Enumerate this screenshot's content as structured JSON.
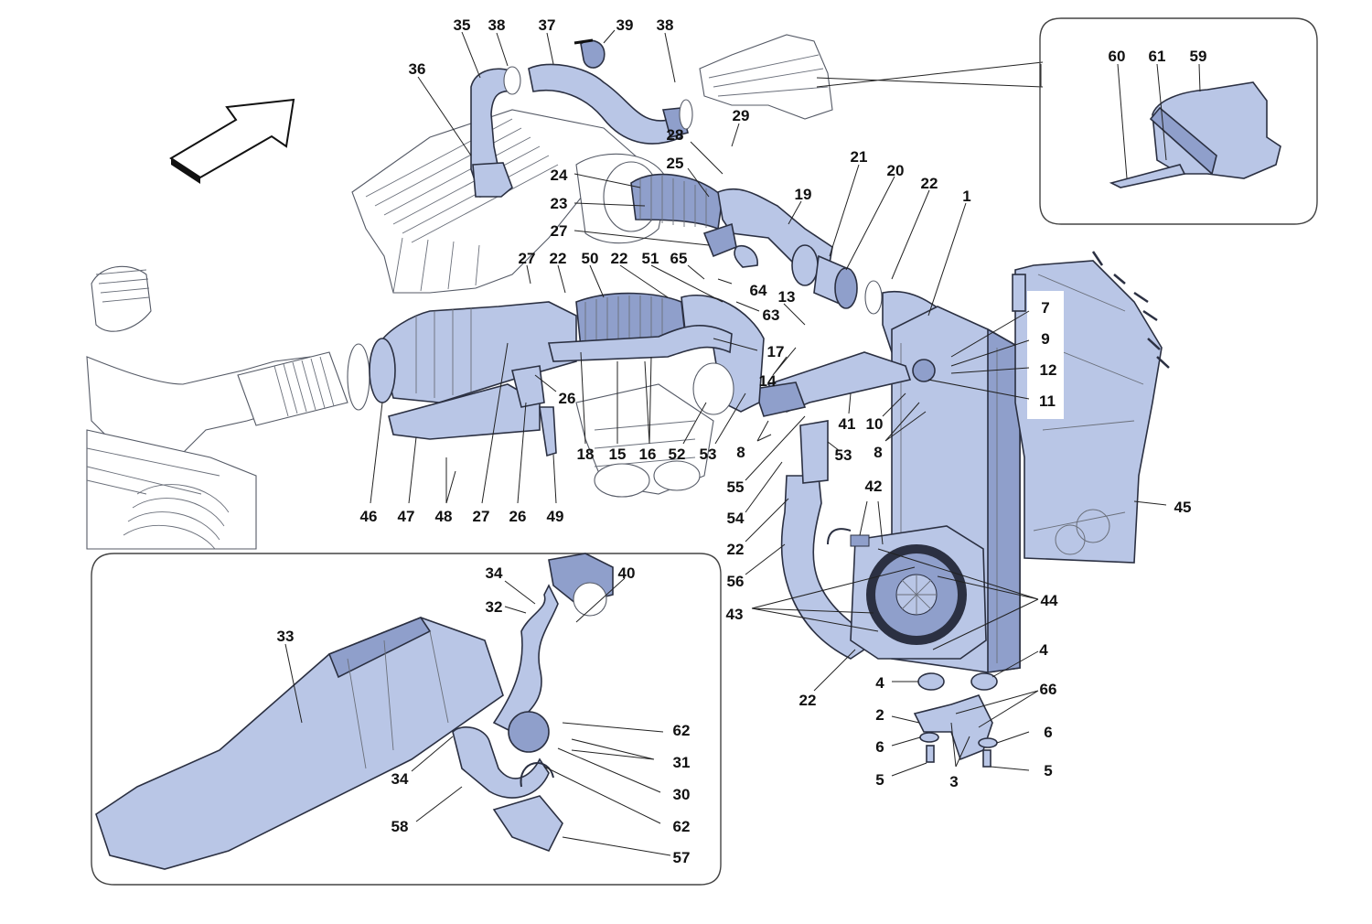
{
  "diagram": {
    "title": "Intercooler / Intake Air Ducting Exploded Parts Diagram",
    "colors": {
      "part_fill": "#b9c6e6",
      "part_shadow": "#8f9fcb",
      "outline": "#2b3042",
      "label": "#111111",
      "background": "#ffffff"
    },
    "direction_arrow": "direction-of-travel-arrow",
    "callouts": [
      {
        "id": "c35",
        "text": "35"
      },
      {
        "id": "c38a",
        "text": "38"
      },
      {
        "id": "c37",
        "text": "37"
      },
      {
        "id": "c39",
        "text": "39"
      },
      {
        "id": "c38b",
        "text": "38"
      },
      {
        "id": "c36",
        "text": "36"
      },
      {
        "id": "c29",
        "text": "29"
      },
      {
        "id": "c28",
        "text": "28"
      },
      {
        "id": "c25",
        "text": "25"
      },
      {
        "id": "c24",
        "text": "24"
      },
      {
        "id": "c23",
        "text": "23"
      },
      {
        "id": "c27a",
        "text": "27"
      },
      {
        "id": "c19",
        "text": "19"
      },
      {
        "id": "c21",
        "text": "21"
      },
      {
        "id": "c20",
        "text": "20"
      },
      {
        "id": "c22a",
        "text": "22"
      },
      {
        "id": "c1",
        "text": "1"
      },
      {
        "id": "c27b",
        "text": "27"
      },
      {
        "id": "c22b",
        "text": "22"
      },
      {
        "id": "c50",
        "text": "50"
      },
      {
        "id": "c22c",
        "text": "22"
      },
      {
        "id": "c51",
        "text": "51"
      },
      {
        "id": "c65",
        "text": "65"
      },
      {
        "id": "c64",
        "text": "64"
      },
      {
        "id": "c13",
        "text": "13"
      },
      {
        "id": "c63",
        "text": "63"
      },
      {
        "id": "c17",
        "text": "17"
      },
      {
        "id": "c14",
        "text": "14"
      },
      {
        "id": "c7",
        "text": "7"
      },
      {
        "id": "c9",
        "text": "9"
      },
      {
        "id": "c12",
        "text": "12"
      },
      {
        "id": "c11",
        "text": "11"
      },
      {
        "id": "c26a",
        "text": "26"
      },
      {
        "id": "c41",
        "text": "41"
      },
      {
        "id": "c10",
        "text": "10"
      },
      {
        "id": "c8a",
        "text": "8"
      },
      {
        "id": "c8b",
        "text": "8"
      },
      {
        "id": "c53a",
        "text": "53"
      },
      {
        "id": "c18",
        "text": "18"
      },
      {
        "id": "c15",
        "text": "15"
      },
      {
        "id": "c16",
        "text": "16"
      },
      {
        "id": "c52",
        "text": "52"
      },
      {
        "id": "c53b",
        "text": "53"
      },
      {
        "id": "c55",
        "text": "55"
      },
      {
        "id": "c46",
        "text": "46"
      },
      {
        "id": "c47",
        "text": "47"
      },
      {
        "id": "c48",
        "text": "48"
      },
      {
        "id": "c27c",
        "text": "27"
      },
      {
        "id": "c26b",
        "text": "26"
      },
      {
        "id": "c49",
        "text": "49"
      },
      {
        "id": "c54",
        "text": "54"
      },
      {
        "id": "c42",
        "text": "42"
      },
      {
        "id": "c45",
        "text": "45"
      },
      {
        "id": "c22d",
        "text": "22"
      },
      {
        "id": "c56",
        "text": "56"
      },
      {
        "id": "c43",
        "text": "43"
      },
      {
        "id": "c44",
        "text": "44"
      },
      {
        "id": "c22e",
        "text": "22"
      },
      {
        "id": "c4a",
        "text": "4"
      },
      {
        "id": "c4b",
        "text": "4"
      },
      {
        "id": "c2",
        "text": "2"
      },
      {
        "id": "c66",
        "text": "66"
      },
      {
        "id": "c6a",
        "text": "6"
      },
      {
        "id": "c6b",
        "text": "6"
      },
      {
        "id": "c5a",
        "text": "5"
      },
      {
        "id": "c3",
        "text": "3"
      },
      {
        "id": "c5b",
        "text": "5"
      }
    ],
    "inset_top_right": {
      "name": "duct-detail-inset",
      "callouts": [
        {
          "id": "c60",
          "text": "60"
        },
        {
          "id": "c61",
          "text": "61"
        },
        {
          "id": "c59",
          "text": "59"
        }
      ]
    },
    "inset_bottom_left": {
      "name": "air-box-detail-inset",
      "callouts": [
        {
          "id": "c34a",
          "text": "34"
        },
        {
          "id": "c40",
          "text": "40"
        },
        {
          "id": "c32",
          "text": "32"
        },
        {
          "id": "c33",
          "text": "33"
        },
        {
          "id": "c62a",
          "text": "62"
        },
        {
          "id": "c31",
          "text": "31"
        },
        {
          "id": "c34b",
          "text": "34"
        },
        {
          "id": "c30",
          "text": "30"
        },
        {
          "id": "c58",
          "text": "58"
        },
        {
          "id": "c62b",
          "text": "62"
        },
        {
          "id": "c57",
          "text": "57"
        }
      ]
    }
  }
}
